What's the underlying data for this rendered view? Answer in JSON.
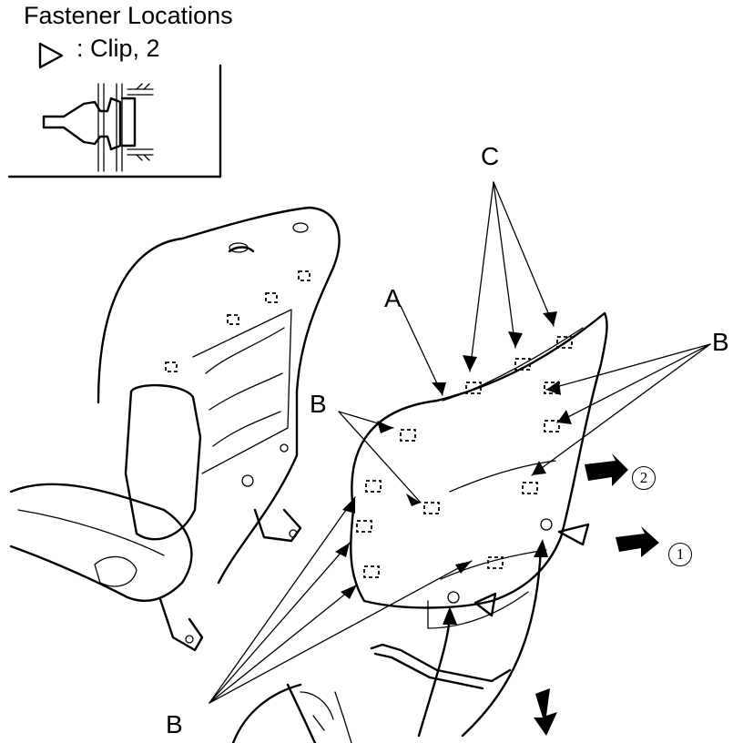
{
  "legend": {
    "title": "Fastener Locations",
    "clip_text": ": Clip, 2"
  },
  "callouts": {
    "a": "A",
    "b_left": "B",
    "b_right": "B",
    "b_bottom": "B",
    "c": "C",
    "step_1": "1",
    "step_2": "2"
  },
  "colors": {
    "ink": "#000000",
    "background": "#ffffff"
  },
  "icons": [
    "clip-triangle-icon",
    "removal-arrow-icon"
  ]
}
